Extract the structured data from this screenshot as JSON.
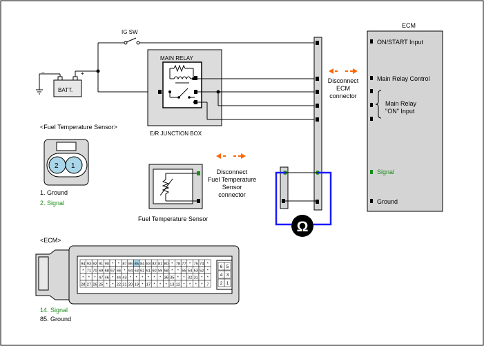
{
  "labels": {
    "ig_sw": "IG SW",
    "batt": "BATT.",
    "main_relay": "MAIN RELAY",
    "junction_box": "E/R JUNCTION BOX",
    "disconnect_ecm": [
      "Disconnect",
      "ECM",
      "connector"
    ],
    "ecm_title": "ECM",
    "ecm_pins": {
      "on_start": "ON/START Input",
      "main_relay_control": "Main Relay Control",
      "main_relay_on_line1": "Main Relay",
      "main_relay_on_line2": "\"ON\" Input",
      "signal": "Signal",
      "ground": "Ground"
    },
    "fts_section_title": "<Fuel Temperature Sensor>",
    "fts_pins": [
      "2",
      "1"
    ],
    "fts_legend": {
      "ground": "1. Ground",
      "signal": "2. Signal"
    },
    "disconnect_fts": [
      "Disconnect",
      "Fuel Temperature",
      "Sensor",
      "connector"
    ],
    "fts_component": "Fuel Temperature Sensor",
    "ecm_section_title": "<ECM>",
    "ecm_legend": {
      "signal": "14. Signal",
      "ground": "85. Ground"
    },
    "ohmmeter_symbol": "Ω"
  },
  "ecm_connector": {
    "row1": [
      "94",
      "93",
      "92",
      "91",
      "90",
      "*",
      "*",
      "87",
      "86",
      "85",
      "84",
      "83",
      "82",
      "81",
      "80",
      "*",
      "78",
      "77",
      "*",
      "75",
      "74",
      "*"
    ],
    "row2": [
      "*",
      "71",
      "70",
      "69",
      "68",
      "67",
      "66",
      "*",
      "64",
      "63",
      "62",
      "61",
      "60",
      "59",
      "58",
      "*",
      "*",
      "55",
      "54",
      "53",
      "52",
      "*"
    ],
    "row3": [
      "*",
      "*",
      "*",
      "47",
      "46",
      "*",
      "44",
      "43",
      "*",
      "*",
      "*",
      "*",
      "*",
      "*",
      "36",
      "35",
      "*",
      "*",
      "32",
      "31",
      "*",
      "*"
    ],
    "row4": [
      "28",
      "27",
      "26",
      "25",
      "*",
      "*",
      "22",
      "21",
      "20",
      "19",
      "*",
      "17",
      "*",
      "*",
      "*",
      "13",
      "12",
      "*",
      "*",
      "*",
      "*",
      "7"
    ],
    "small": [
      "6",
      "5",
      "4",
      "3",
      "2",
      "1"
    ],
    "highlight": [
      "85",
      "14"
    ]
  },
  "colors": {
    "signal_green": "#1a8c1a",
    "arrow_orange": "#ff6600",
    "meter_blue": "#1a1aff",
    "panel_gray": "#d4d4d4"
  }
}
